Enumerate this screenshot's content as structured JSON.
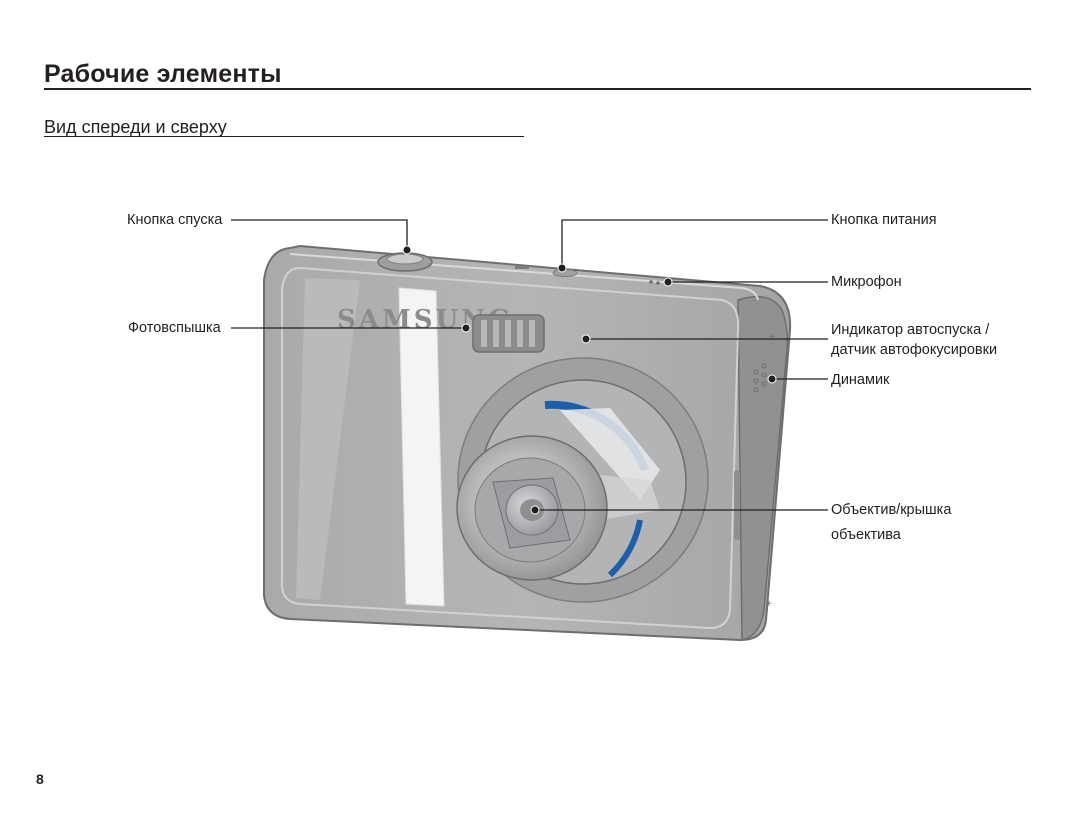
{
  "header": {
    "title": "Рабочие элементы",
    "subtitle": "Вид спереди и сверху"
  },
  "camera": {
    "brand_logo": "SAMSUNG"
  },
  "callouts": {
    "shutter": "Кнопка спуска",
    "flash": "Фотовспышка",
    "power": "Кнопка питания",
    "microphone": "Микрофон",
    "af_line1": "Индикатор автоспуска /",
    "af_line2": "датчик автофокусировки",
    "speaker": "Динамик",
    "lens_line1": "Объектив/крышка",
    "lens_line2": "объектива"
  },
  "footer": {
    "page_number": "8"
  }
}
